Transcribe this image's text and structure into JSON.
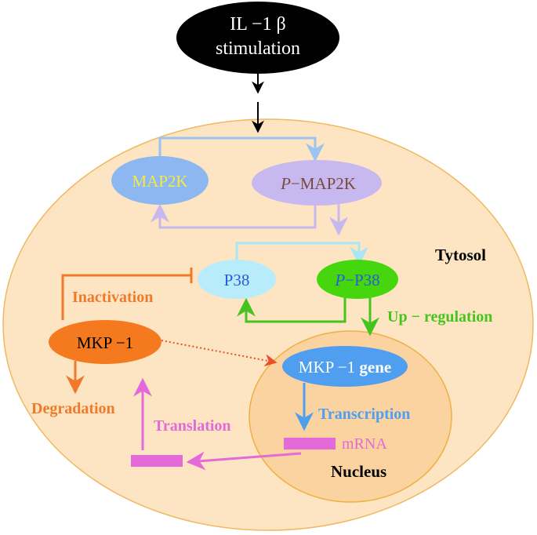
{
  "stimulus": {
    "line1": "IL −1 β",
    "line2": "stimulation",
    "fill": "#000000"
  },
  "compartments": {
    "cytosol_label": "Tytosol",
    "nucleus_label": "Nucleus",
    "cytosol_fill": "#fde5c3",
    "nucleus_fill": "#fbd3a0"
  },
  "nodes": {
    "map2k": {
      "label": "MAP2K",
      "fill": "#8db7f0",
      "text_color": "#f4e84a"
    },
    "p_map2k": {
      "prefix": "P",
      "label": "−MAP2K",
      "fill": "#c8b8f0",
      "text_color": "#7a4a3a"
    },
    "p38": {
      "label": "P38",
      "fill": "#b8ecfa",
      "text_color": "#2a5bd7"
    },
    "p_p38": {
      "prefix": "P",
      "label": "−P38",
      "fill": "#46d60e",
      "text_color": "#2a5bd7"
    },
    "mkp1": {
      "label": "MKP −1",
      "fill": "#f57a1f",
      "text_color": "#000000"
    },
    "mkp1_gene": {
      "label": "MKP −1 ",
      "label_bold": "gene",
      "fill": "#4f9ef0",
      "text_color": "#ffffff"
    },
    "mrna": {
      "label": "mRNA",
      "fill": "#e36ad8"
    },
    "protein_bar": {
      "fill": "#e36ad8"
    }
  },
  "edge_labels": {
    "inactivation": "Inactivation",
    "degradation": "Degradation",
    "translation": "Translation",
    "transcription": "Transcription",
    "up_regulation": "Up − regulation"
  },
  "colors": {
    "black": "#000000",
    "blue_light": "#9cc4f0",
    "lavender": "#c8b8f0",
    "cyan": "#a8e6f5",
    "green": "#46c41e",
    "orange": "#f07a2a",
    "orange_text": "#f07a2a",
    "magenta": "#e36ad8",
    "blue": "#4f9ef0",
    "red_dot": "#e8502a",
    "green_text": "#46c41e",
    "blue_text": "#4f9ef0",
    "magenta_text": "#e36ad8"
  }
}
